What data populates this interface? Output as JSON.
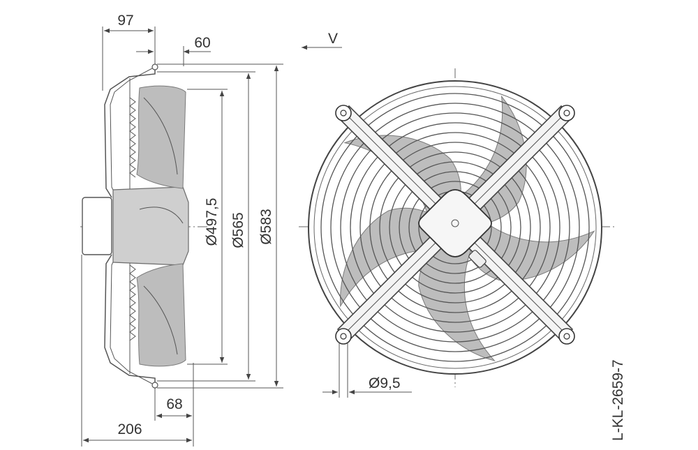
{
  "drawing": {
    "code": "L-KL-2659-7",
    "airflow_label": "V",
    "dimensions": {
      "d97": "97",
      "d60": "60",
      "d_blade": "Ø497,5",
      "d_565": "Ø565",
      "d_583": "Ø583",
      "d_68": "68",
      "d_206": "206",
      "d_hole": "Ø9,5"
    },
    "colors": {
      "blade": "#bdbdbd",
      "line": "#555555",
      "text": "#333333"
    }
  }
}
